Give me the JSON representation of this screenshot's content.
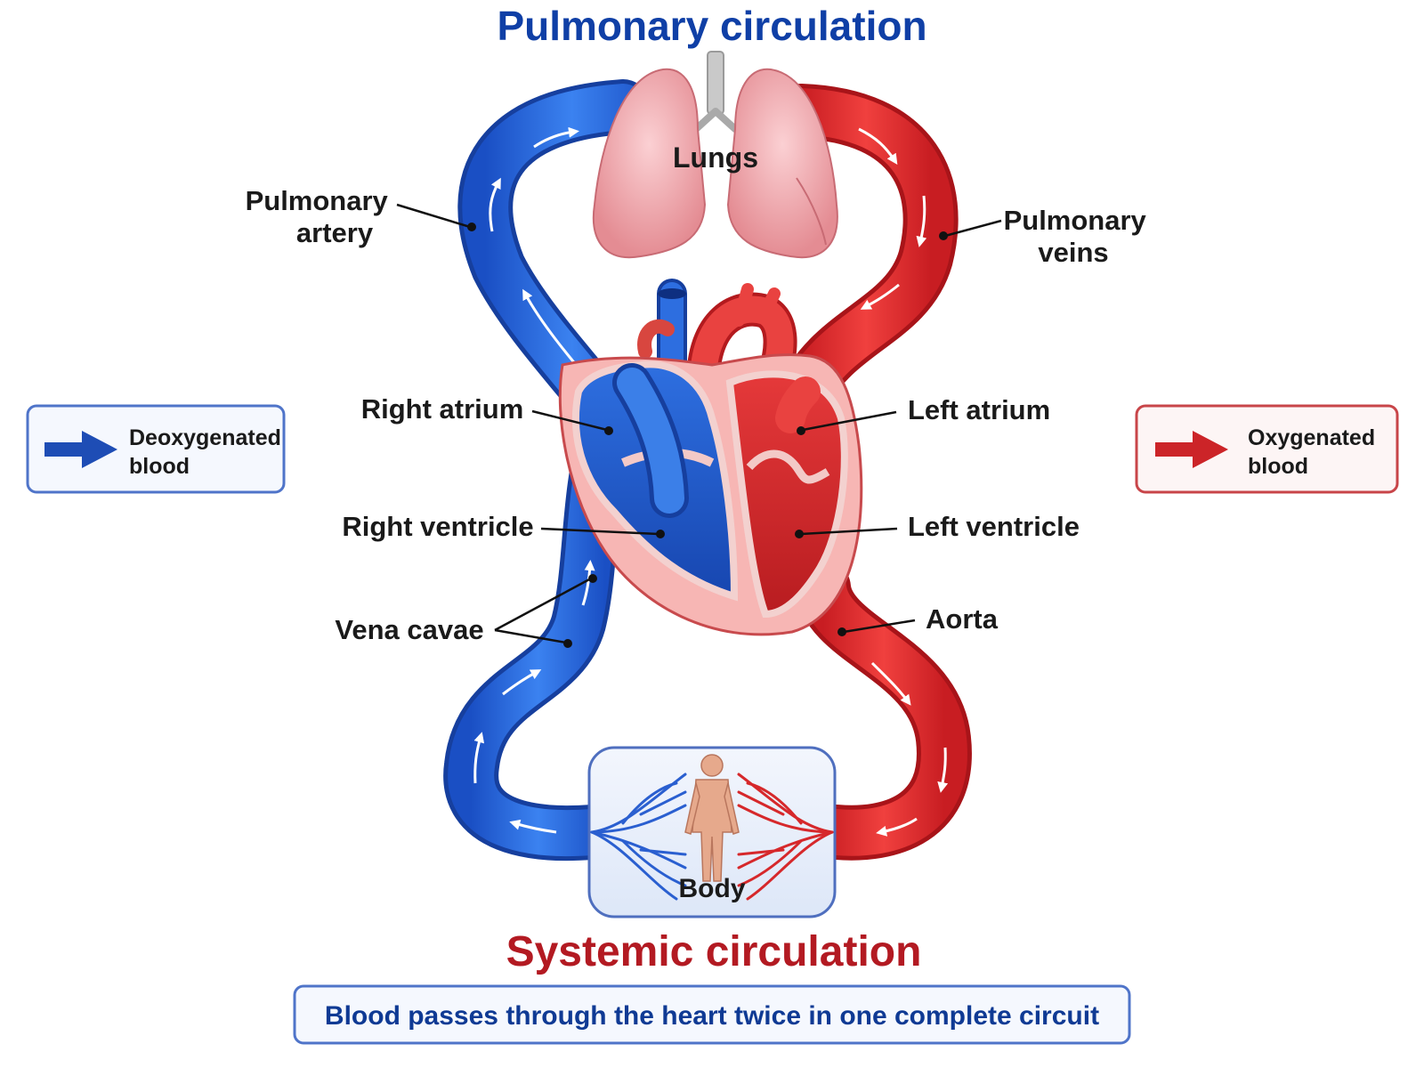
{
  "titles": {
    "top": "Pulmonary circulation",
    "bottom": "Systemic circulation"
  },
  "labels": {
    "lungs": "Lungs",
    "pulmonary_artery": [
      "Pulmonary",
      "artery"
    ],
    "pulmonary_veins": [
      "Pulmonary",
      "veins"
    ],
    "right_atrium": "Right atrium",
    "left_atrium": "Left atrium",
    "right_ventricle": "Right ventricle",
    "left_ventricle": "Left ventricle",
    "vena_cavae": "Vena cavae",
    "aorta": "Aorta",
    "body": "Body"
  },
  "legend": {
    "deoxygenated": [
      "Deoxygenated",
      "blood"
    ],
    "oxygenated": [
      "Oxygenated",
      "blood"
    ]
  },
  "caption": "Blood passes through the heart twice in one complete circuit",
  "colors": {
    "deoxygenated": "#1e5fd6",
    "oxygenated": "#e0262a",
    "title_top": "#0f3fa6",
    "title_bottom": "#b31a22",
    "lung": "#f1a8ae",
    "body_box": "#e7eefb"
  }
}
